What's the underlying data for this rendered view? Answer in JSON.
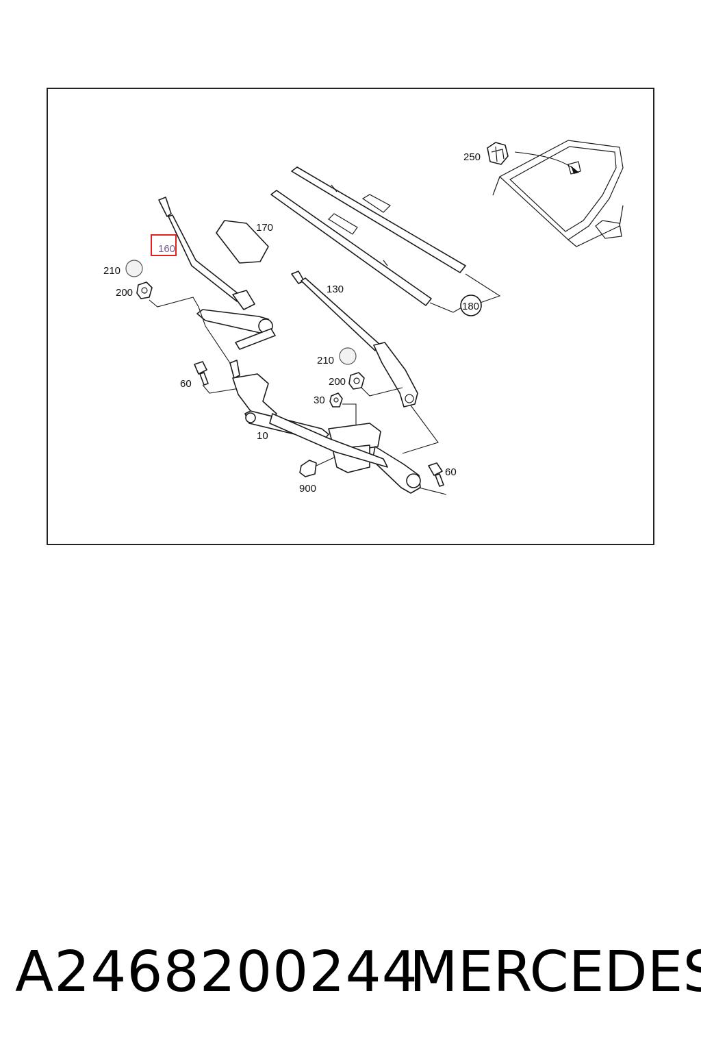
{
  "diagram": {
    "callouts": {
      "c250": "250",
      "c170": "170",
      "c160": "160",
      "c210a": "210",
      "c200a": "200",
      "c130": "130",
      "c180": "180",
      "c210b": "210",
      "c200b": "200",
      "c30": "30",
      "c60a": "60",
      "c10": "10",
      "c60b": "60",
      "c900": "900"
    },
    "highlighted_callout": "160",
    "highlight_color": "#e0201c"
  },
  "footer": {
    "part_number": "A2468200244",
    "brand": "MERCEDES"
  }
}
